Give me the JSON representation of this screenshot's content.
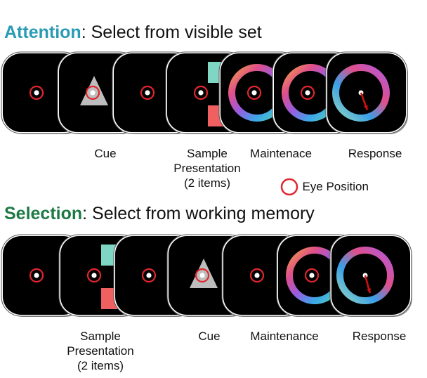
{
  "colors": {
    "attention": "#2a9bb5",
    "selection": "#1d7a45",
    "screen": "#000000",
    "eye_marker": "#e0262e",
    "teal_square": "#7fd6c3",
    "red_square": "#f06060",
    "cue_triangle": "#bdbdbd",
    "response_arrow": "#cc1111"
  },
  "panels": [
    {
      "title_keyword": "Attention",
      "title_colon": ":",
      "title_rest": " Select from visible set",
      "frames": [
        "fixation",
        "cue",
        "fixation",
        "sample",
        "wheel",
        "wheel",
        "response"
      ],
      "response_angle": 160,
      "labels": {
        "cue": "Cue",
        "sample": [
          "Sample",
          "Presentation",
          "(2 items)"
        ],
        "maintenance": "Maintenace",
        "response": "Response"
      },
      "legend": {
        "icon": "red-circle-icon",
        "label": "Eye Position"
      }
    },
    {
      "title_keyword": "Selection",
      "title_colon": ":",
      "title_rest": " Select from working memory",
      "frames": [
        "fixation",
        "sample",
        "fixation",
        "cue",
        "fixation",
        "wheel",
        "response"
      ],
      "response_angle": 165,
      "labels": {
        "sample": [
          "Sample",
          "Presentation",
          "(2 items)"
        ],
        "cue": "Cue",
        "maintenance": "Maintenance",
        "response": "Response"
      }
    }
  ]
}
